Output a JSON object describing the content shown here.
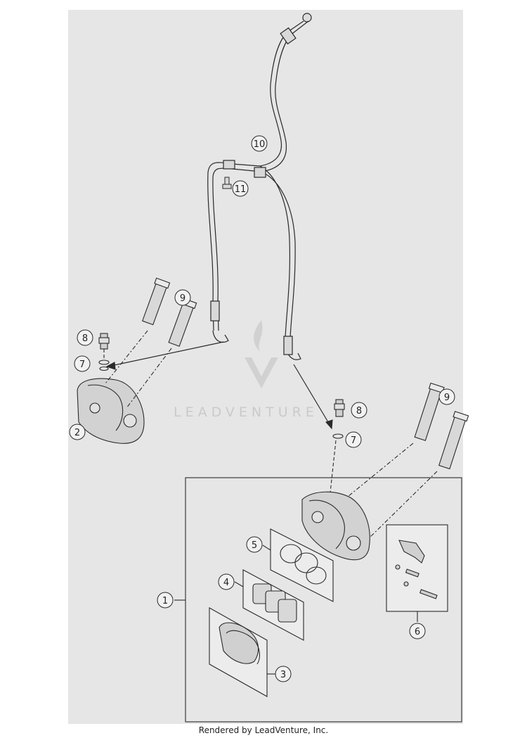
{
  "callouts": {
    "c1": "1",
    "c2": "2",
    "c3": "3",
    "c4": "4",
    "c5": "5",
    "c6": "6",
    "c7a": "7",
    "c7b": "7",
    "c8a": "8",
    "c8b": "8",
    "c9a": "9",
    "c9b": "9",
    "c10": "10",
    "c11": "11"
  },
  "watermark": {
    "text": "LEADVENTURE"
  },
  "footer": {
    "text": "Rendered by LeadVenture, Inc."
  },
  "colors": {
    "panel": "#e6e6e6",
    "ink": "#2a2a2a",
    "part_fill": "#d8d8d8",
    "watermark": "#c7c7c7"
  }
}
